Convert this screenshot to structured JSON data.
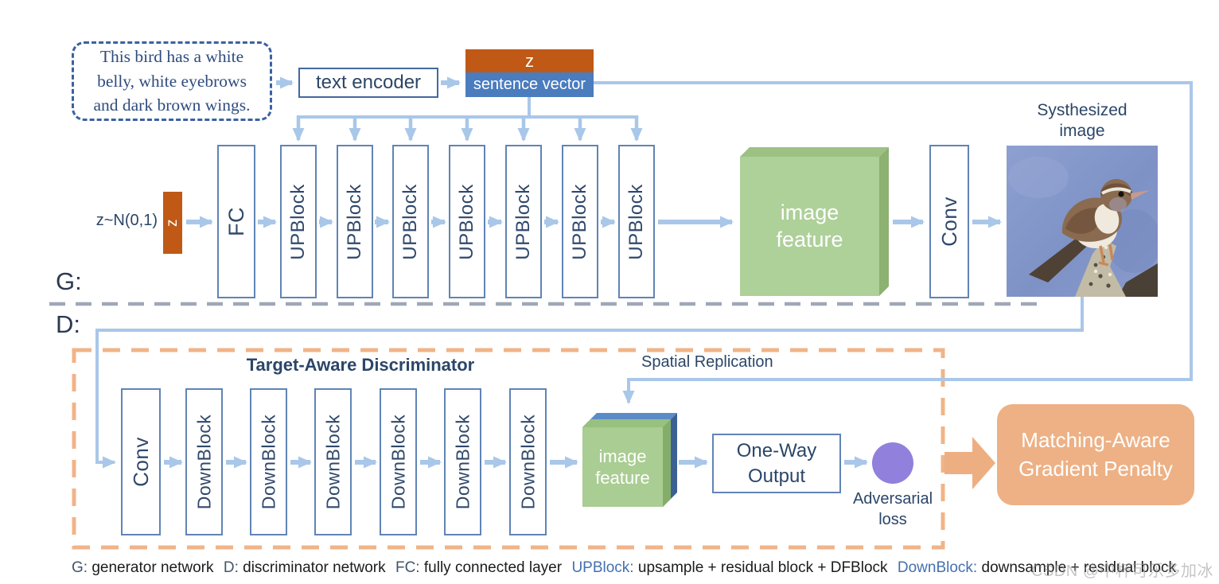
{
  "caption": {
    "line1": "This bird has a white",
    "line2": "belly, white eyebrows",
    "line3": "and dark brown wings."
  },
  "generator": {
    "section_label": "G:",
    "text_encoder_label": "text encoder",
    "z_top_label": "z",
    "sentence_vector_label": "sentence vector",
    "noise_label": "z~N(0,1)",
    "z_box_label": "z",
    "fc_label": "FC",
    "blocks": [
      "UPBlock",
      "UPBlock",
      "UPBlock",
      "UPBlock",
      "UPBlock",
      "UPBlock",
      "UPBlock"
    ],
    "image_feature_line1": "image",
    "image_feature_line2": "feature",
    "conv_label": "Conv",
    "synthesized_line1": "Systhesized",
    "synthesized_line2": "image"
  },
  "discriminator": {
    "section_label": "D:",
    "title": "Target-Aware Discriminator",
    "conv_label": "Conv",
    "blocks": [
      "DownBlock",
      "DownBlock",
      "DownBlock",
      "DownBlock",
      "DownBlock",
      "DownBlock"
    ],
    "image_feature_line1": "image",
    "image_feature_line2": "feature",
    "spatial_replication_label": "Spatial Replication",
    "one_way_line1": "One-Way",
    "one_way_line2": "Output",
    "adversarial_line1": "Adversarial",
    "adversarial_line2": "loss",
    "penalty_line1": "Matching-Aware",
    "penalty_line2": "Gradient Penalty"
  },
  "legend": {
    "items": [
      {
        "key": "G:",
        "desc": " generator network"
      },
      {
        "key": "D:",
        "desc": " discriminator network"
      },
      {
        "key": "FC:",
        "desc": " fully connected layer"
      },
      {
        "key": "UPBlock:",
        "desc": " upsample + residual block + DFBlock"
      },
      {
        "key": "DownBlock:",
        "desc": " downsample + residual block"
      }
    ]
  },
  "watermark": "CSDN @中杯可乐多加冰",
  "colors": {
    "accent_orange_block": "#BF5915",
    "accent_blue_block": "#4A7CBE",
    "arrow_blue": "#A9C7E9",
    "box_border": "#6084B5",
    "navy_text": "#2B4668",
    "green_cube": "#AED099",
    "cube_top_blue": "#5B8CC8",
    "cube_side_blue": "#3B6094",
    "purple_circle": "#9180DC",
    "orange_soft": "#EDB185",
    "divider_gray": "#9FA8B8"
  }
}
